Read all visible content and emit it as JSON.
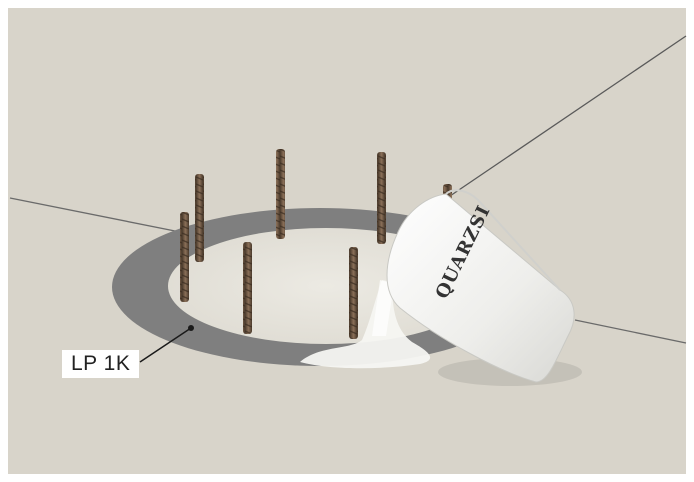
{
  "callout": {
    "label": "LP 1K"
  },
  "bag": {
    "brand_text": "QUARZSI"
  },
  "colors": {
    "background": "#d8d4ca",
    "membrane": "#7f7f7f",
    "inner_floor": "#e7e4dc",
    "rebar": "#6b5743",
    "bag": "#f2f2ef"
  },
  "icons": {
    "rebar": "rebar-rod",
    "bag": "sand-bag"
  }
}
